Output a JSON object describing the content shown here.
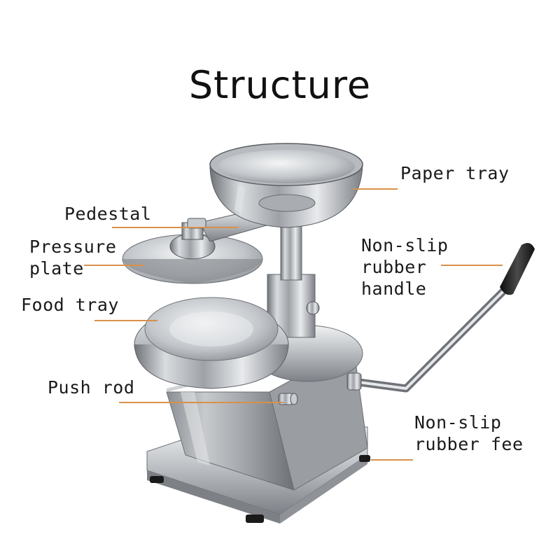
{
  "title": "Structure",
  "leader_color": "#d9914a",
  "labels": {
    "paper_tray": "Paper tray",
    "pedestal": "Pedestal",
    "pressure_plate": [
      "Pressure",
      "plate"
    ],
    "food_tray": "Food tray",
    "push_rod": "Push rod",
    "handle": [
      "Non-slip",
      "rubber",
      "handle"
    ],
    "feet": [
      "Non-slip",
      "rubber fee"
    ]
  }
}
